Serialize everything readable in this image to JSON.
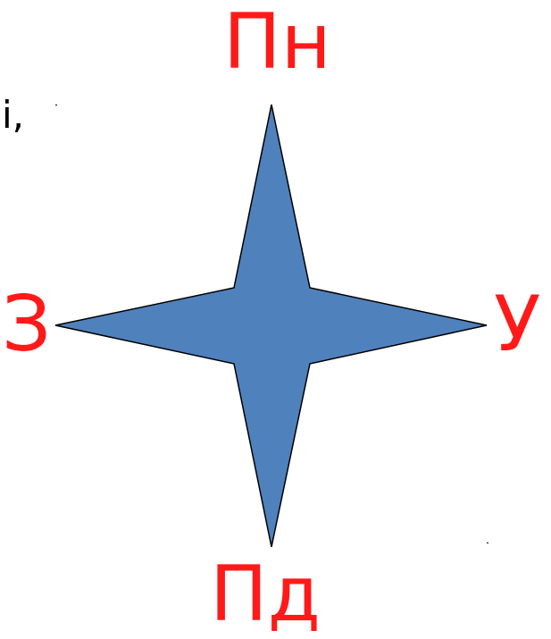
{
  "labels": {
    "north": "Пн",
    "south": "Пд",
    "west": "З",
    "east": "У"
  },
  "fragment_text": "i,",
  "colors": {
    "label": "#ff1a1a",
    "star_fill": "#4f81bd",
    "star_stroke": "#000000",
    "text": "#000000"
  }
}
